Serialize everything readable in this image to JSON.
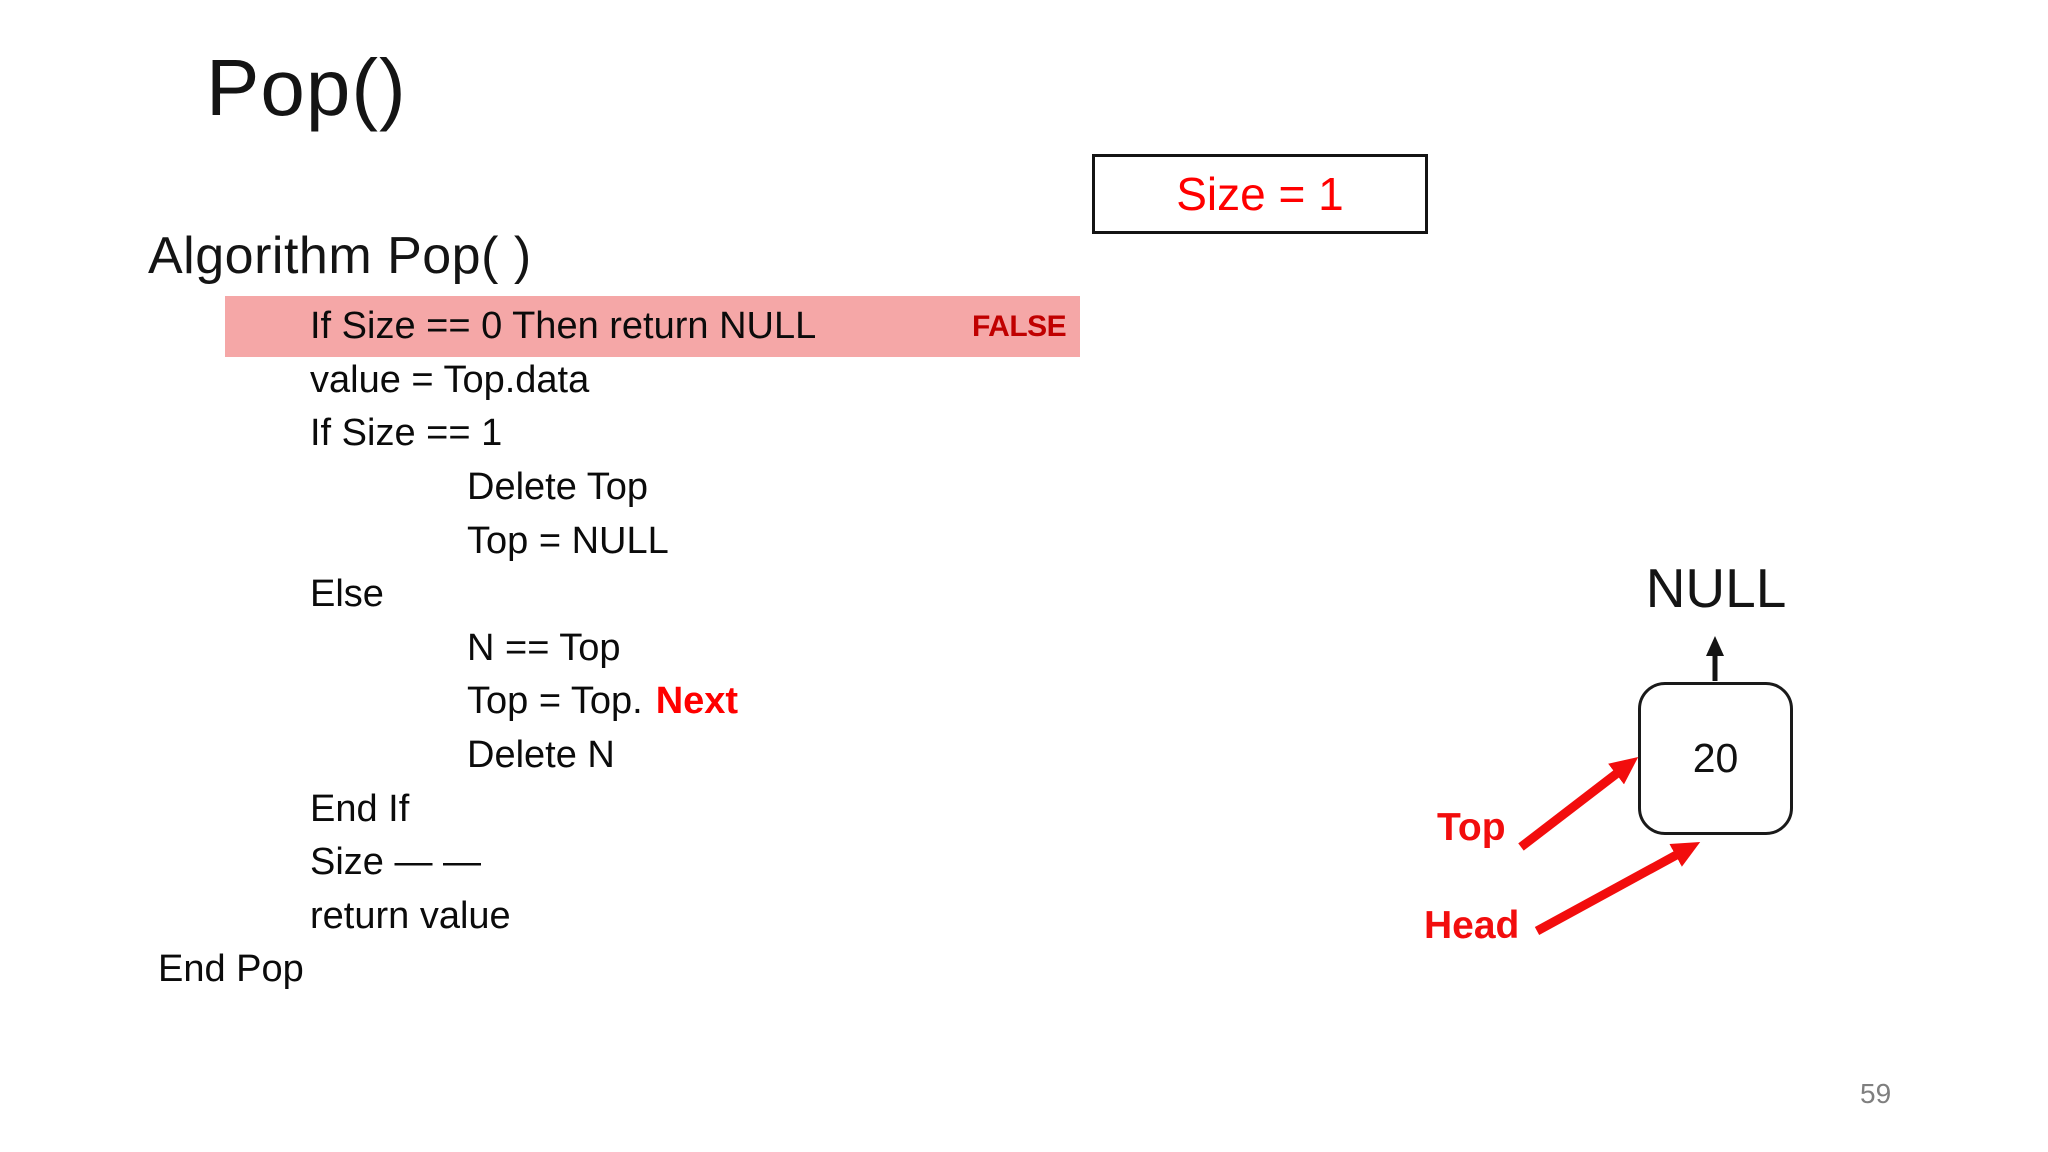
{
  "slide": {
    "title": "Pop()",
    "page_number": "59"
  },
  "size_indicator": {
    "label": "Size = 1"
  },
  "algorithm": {
    "heading": "Algorithm Pop( )",
    "lines": [
      {
        "text": "If Size == 0 Then return NULL",
        "indent": 1,
        "highlight": true,
        "annotation": "FALSE"
      },
      {
        "text": "value = Top.data",
        "indent": 1
      },
      {
        "text": "If Size == 1",
        "indent": 1
      },
      {
        "text": "Delete Top",
        "indent": 2
      },
      {
        "text": "Top = NULL",
        "indent": 2
      },
      {
        "text": "Else",
        "indent": 1
      },
      {
        "text": "N == Top",
        "indent": 2
      },
      {
        "text": "Top = Top.",
        "suffix": "Next",
        "indent": 2
      },
      {
        "text": "Delete N",
        "indent": 2
      },
      {
        "text": "End If",
        "indent": 1
      },
      {
        "text": "Size — —",
        "indent": 1
      },
      {
        "text": "return value",
        "indent": 1
      },
      {
        "text": "End Pop",
        "indent": 0
      }
    ]
  },
  "diagram": {
    "null_label": "NULL",
    "node": {
      "value": "20"
    },
    "pointers": [
      {
        "label": "Top"
      },
      {
        "label": "Head"
      }
    ]
  },
  "colors": {
    "highlight_background": "#F5A7A7",
    "false_annotation": "#C00000",
    "accent_red": "#FF0000",
    "text_black": "#141414",
    "page_number_gray": "#7F7F7F"
  }
}
